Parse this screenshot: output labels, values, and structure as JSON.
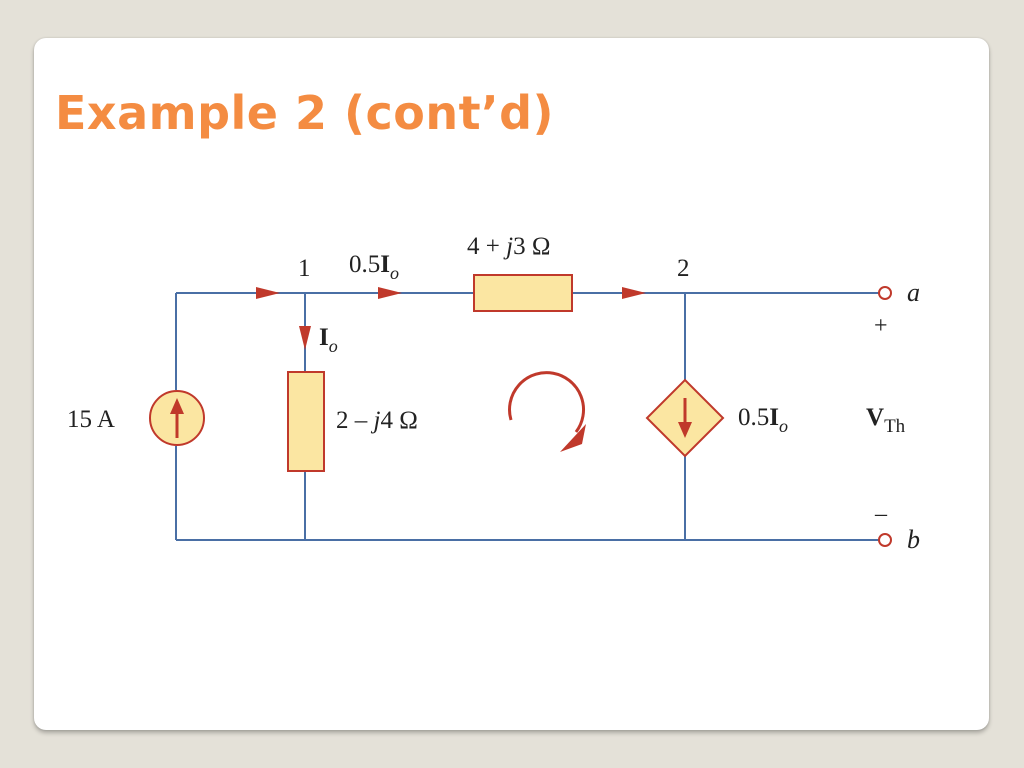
{
  "slide": {
    "title": "Example 2 (cont’d)"
  },
  "circuit": {
    "node_1": "1",
    "node_2": "2",
    "terminal_a": "a",
    "terminal_b": "b",
    "plus_sign": "+",
    "minus_sign": "–",
    "branch_current_pre": "0.5",
    "branch_current_bold": "I",
    "branch_current_sub": "o",
    "impedance_top_pre": "4 + ",
    "impedance_top_j": "j",
    "impedance_top_post": "3 Ω",
    "current_io_bold": "I",
    "current_io_sub": "o",
    "impedance_left_pre": "2 – ",
    "impedance_left_j": "j",
    "impedance_left_post": "4 Ω",
    "source_label": "15 A",
    "dependent_pre": "0.5",
    "dependent_bold": "I",
    "dependent_sub": "o",
    "vth_bold": "V",
    "vth_sub": "Th"
  },
  "colors": {
    "title": "#f48c42",
    "wire": "#4a6fa5",
    "component_fill": "#fbe6a2",
    "component_stroke": "#c0392b",
    "arrow": "#c0392b"
  }
}
